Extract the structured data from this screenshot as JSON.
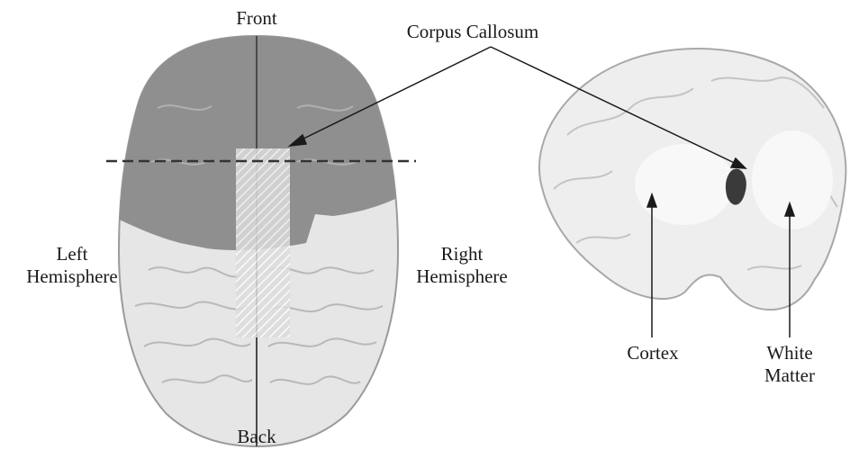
{
  "labels": {
    "front": "Front",
    "back": "Back",
    "corpus_callosum": "Corpus Callosum",
    "left_hemisphere_line1": "Left",
    "left_hemisphere_line2": "Hemisphere",
    "right_hemisphere_line1": "Right",
    "right_hemisphere_line2": "Hemisphere",
    "cortex": "Cortex",
    "white_matter_line1": "White",
    "white_matter_line2": "Matter"
  },
  "colors": {
    "front_half": "#8f8f8f",
    "back_half": "#e6e6e6",
    "side_brain": "#eeeeee",
    "ink": "#1a1a1a"
  }
}
